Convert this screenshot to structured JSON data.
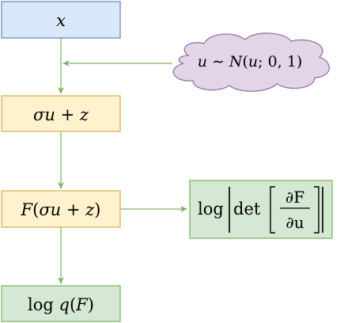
{
  "nodes": {
    "x": {
      "var": "x",
      "fill": "#dae8fc",
      "stroke": "#6c8ebf"
    },
    "noise": {
      "var": "u",
      "sim": "∼",
      "dist": "N",
      "args_var": "u",
      "args_rest": "; 0, 1)",
      "fill": "#e1d5e7",
      "stroke": "#9673a6"
    },
    "shift": {
      "sigma": "σ",
      "u": "u",
      "plus": " + ",
      "z": "z",
      "fill": "#fff2cc",
      "stroke": "#d6b656"
    },
    "transform": {
      "F": "F",
      "open": "(",
      "sigma": "σ",
      "u": "u",
      "plus": " + ",
      "z": "z",
      "close": ")",
      "fill": "#fff2cc",
      "stroke": "#d6b656"
    },
    "logdet": {
      "log": "log",
      "det": "det",
      "num": "∂F",
      "den": "∂u",
      "fill": "#d5e8d4",
      "stroke": "#82b366"
    },
    "logq": {
      "log": "log ",
      "q": "q",
      "open": "(",
      "F": "F",
      "close": ")",
      "fill": "#d5e8d4",
      "stroke": "#82b366"
    }
  },
  "edge_color": "#82b366"
}
